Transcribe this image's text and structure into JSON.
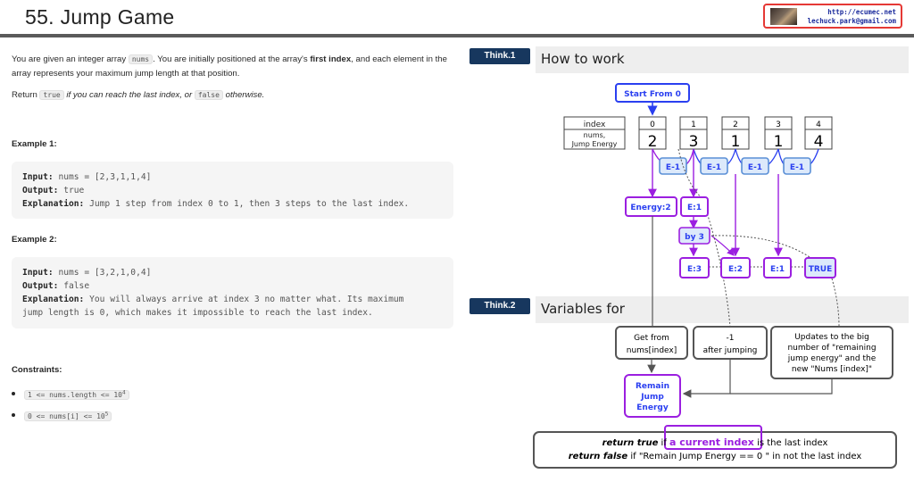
{
  "header": {
    "title": "55. Jump Game",
    "badge_url": "http://ecumec.net",
    "badge_email": "lechuck.park@gmail.com"
  },
  "problem": {
    "p1_a": "You are given an integer array ",
    "p1_code": "nums",
    "p1_b": ". You are initially positioned at the array's ",
    "p1_bold": "first index",
    "p1_c": ", and each element in the array represents your maximum jump length at that position.",
    "p2_a": "Return ",
    "p2_code1": "true",
    "p2_b": " if you can reach the last index, or ",
    "p2_code2": "false",
    "p2_c": " otherwise."
  },
  "example1": {
    "heading": "Example 1:",
    "input_label": "Input:",
    "input": "nums = [2,3,1,1,4]",
    "output_label": "Output:",
    "output": "true",
    "explanation_label": "Explanation:",
    "explanation": "Jump 1 step from index 0 to 1, then 3 steps to the last index."
  },
  "example2": {
    "heading": "Example 2:",
    "input_label": "Input:",
    "input": "nums = [3,2,1,0,4]",
    "output_label": "Output:",
    "output": "false",
    "explanation_label": "Explanation:",
    "explanation_line1": "You will always arrive at index 3 no matter what. Its maximum",
    "explanation_line2": "jump length is 0, which makes it impossible to reach the last index."
  },
  "constraints": {
    "heading": "Constraints:",
    "c1_base": "1 <= nums.length <= 10",
    "c1_exp": "4",
    "c2_base": "0 <= nums[i] <= 10",
    "c2_exp": "5"
  },
  "think1": {
    "label": "Think.1",
    "title": "How to work"
  },
  "think2": {
    "label": "Think.2",
    "title": "Variables for"
  },
  "diagram": {
    "start": "Start From 0",
    "index_label": "index",
    "nums_label1": "nums,",
    "nums_label2": "Jump Energy",
    "indices": [
      "0",
      "1",
      "2",
      "3",
      "4"
    ],
    "values": [
      "2",
      "3",
      "1",
      "1",
      "4"
    ],
    "edge_labels": [
      "E-1",
      "E-1",
      "E-1",
      "E-1"
    ],
    "energy2": "Energy:2",
    "e1_top": "E:1",
    "by3": "by 3",
    "bottom_boxes": [
      "E:3",
      "E:2",
      "E:1",
      "TRUE"
    ],
    "get_from1": "Get from",
    "get_from2": "nums[index]",
    "minus1_1": "-1",
    "minus1_2": "after jumping",
    "updates1": "Updates to the big",
    "updates2": "number of \"remaining",
    "updates3": "jump energy\" and the",
    "updates4": "new \"Nums [index]\"",
    "remain1": "Remain",
    "remain2": "Jump",
    "remain3": "Energy",
    "ret1_a": "return true",
    "ret1_b": " if ",
    "ret1_hl": "a current index",
    "ret1_c": " is the last index",
    "ret2_a": "return false",
    "ret2_b": " if \"Remain Jump Energy == 0 \" in not the last index"
  },
  "colors": {
    "accent_purple": "#9b1fe0",
    "accent_blue": "#2a3ff0",
    "label_fill": "#dce9fb",
    "label_border": "#5a8fd6",
    "think_label_bg": "#17375e"
  }
}
